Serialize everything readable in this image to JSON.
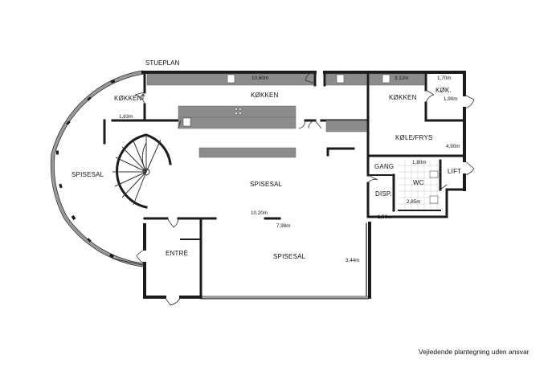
{
  "plan_title": "STUEPLAN",
  "rooms": {
    "kitchen_main": "KØKKEN",
    "kitchen_left": "KØKKEN",
    "kitchen_right": "KØKKEN",
    "kitchen_small": "KØK.",
    "cold_storage": "KØLE/FRYS",
    "corridor": "GANG",
    "lift": "LIFT",
    "wc": "WC",
    "disp": "DISP.",
    "dining_round": "SPISESAL",
    "dining_center": "SPISESAL",
    "dining_lower": "SPISESAL",
    "entrance": "ENTRÉ"
  },
  "dimensions": {
    "kitchen_width": "10,60m",
    "kitchen_right_width": "3,12m",
    "kitchen_small_width": "1,70m",
    "kitchen_small_depth": "1,90m",
    "kitchen_left_depth": "1,83m",
    "cold_storage_depth": "4,90m",
    "corridor_width": "1,80m",
    "wc_depth": "2,85m",
    "disp_width": "1,50m",
    "dining_width": "10,20m",
    "dining_depth": "7,98m",
    "dining_lower_depth": "3,44m"
  },
  "disclaimer": "Vejledende plantegning uden ansvar"
}
